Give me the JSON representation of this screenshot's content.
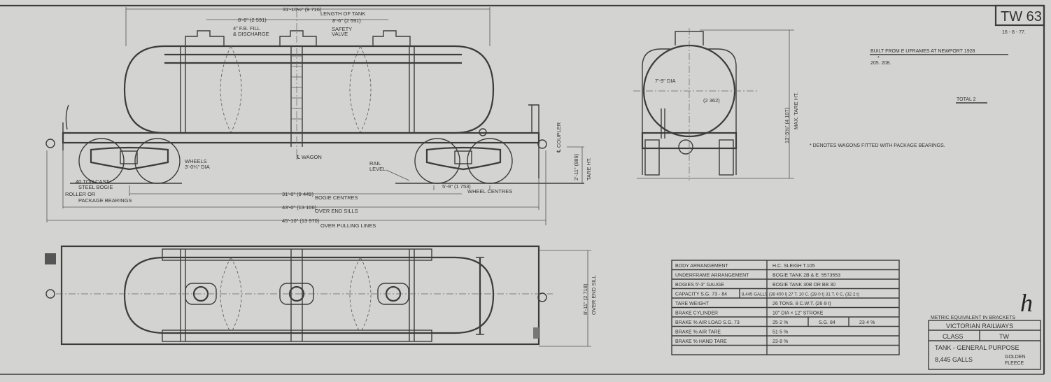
{
  "drawing_number": "TW 63",
  "date": "16 - 8 - 77.",
  "notes": {
    "built_from": "BUILT FROM E UFRAMES  AT NEWPORT 1928",
    "numbers": "205.   208.",
    "star": "*",
    "total": "TOTAL  2",
    "footnote": "* DENOTES WAGONS FITTED WITH PACKAGE BEARINGS."
  },
  "side_view": {
    "length_of_tank": "31'-10½\" (9 716)",
    "length_of_tank_label": "LENGTH OF TANK",
    "dome_spacing_left": "8'-6\" (2 591)",
    "dome_spacing_right": "8'-6\" (2 591)",
    "fill_label_1": "4\" F.B. FILL",
    "fill_label_2": "& DISCHARGE",
    "safety_valve_1": "SAFETY",
    "safety_valve_2": "VALVE",
    "wagon_cl": "℄ WAGON",
    "coupler_cl": "℄ COUPLER",
    "wheels_1": "WHEELS",
    "wheels_2": "3'-0¼\" DIA",
    "bogie_1": "40 TON CAST",
    "bogie_2": "STEEL BOGIE",
    "bogie_3": "ROLLER OR",
    "bogie_4": "PACKAGE BEARINGS",
    "rail_level_1": "RAIL",
    "rail_level_2": "LEVEL",
    "wheel_centres_dim": "5'-9\"  (1 753)",
    "wheel_centres": "WHEEL CENTRES",
    "coupler_height": "2'-11\" (889)",
    "tare_ht": "TARE HT.",
    "bogie_centres_dim": "31'-0\" (9 449)",
    "bogie_centres": "BOGIE CENTRES",
    "end_sills_dim": "43'-0\" (13 106)",
    "end_sills": "OVER END SILLS",
    "pulling_dim": "45'-10\" (13 970)",
    "pulling": "OVER PULLING LINES"
  },
  "end_view": {
    "diameter": "7'-9\" DIA",
    "diameter_metric": "(2 362)",
    "height": "13'-5⅝\" (4 107)",
    "height_label": "MAX. TARE HT."
  },
  "plan_view": {
    "width": "8'-11\" (2 718)",
    "width_label": "OVER END SILL"
  },
  "spec_table": [
    {
      "label": "BODY ARRANGEMENT",
      "value": "H.C. SLEIGH    T.105"
    },
    {
      "label": "UNDERFRAME ARRANGEMENT",
      "value": "BOGIE TANK   2B  &  E. 5573553"
    },
    {
      "label": "BOGIES  5'-3\"  GAUGE",
      "value": "BOGIE TANK  30B  OR  BB 30"
    },
    {
      "label": "CAPACITY S.G. 73 - 84",
      "value": "8,445 GALLS (38 400 l) 27 T. 10 C. (28·0 t) 31 T. 0 C. (32·2 t)"
    },
    {
      "label": "TARE WEIGHT",
      "value": "26 TONS.  8 C.W.T.  (26·9 t)"
    },
    {
      "label": "BRAKE CYLINDER",
      "value": "10\" DIA × 12\" STROKE"
    },
    {
      "label": "BRAKE % AIR LOAD S.G. 73",
      "value": "25·2   %",
      "value2": "S.G.  84",
      "value3": "23·4    %"
    },
    {
      "label": "BRAKE % AIR TARE",
      "value": "51·5   %"
    },
    {
      "label": "BRAKE % HAND TARE",
      "value": "23·8   %"
    },
    {
      "label": "",
      "value": ""
    }
  ],
  "title_block": {
    "metric_note": "METRIC EQUIVALENT IN BRACKETS",
    "railway": "VICTORIAN RAILWAYS",
    "class_label": "CLASS",
    "class_value": "TW",
    "description": "TANK - GENERAL PURPOSE",
    "capacity": "8,445 GALLS",
    "name_1": "GOLDEN",
    "name_2": "FLEECE",
    "signature": "h"
  }
}
